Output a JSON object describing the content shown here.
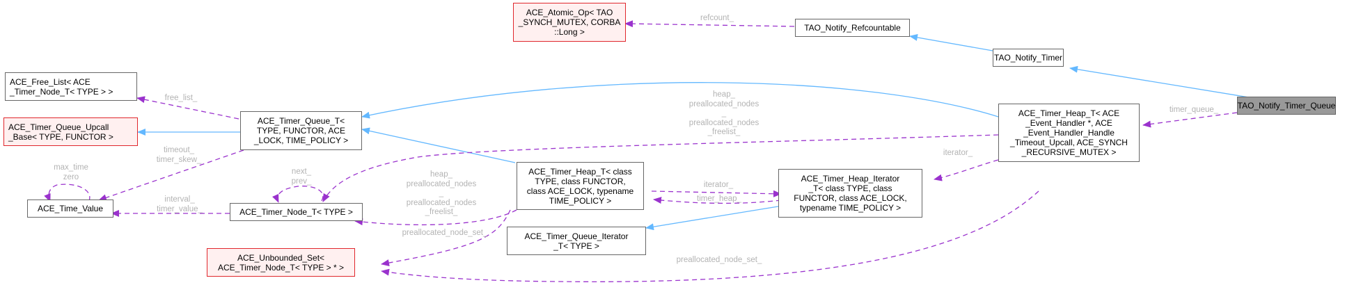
{
  "diagram": {
    "type": "collaboration-graph",
    "colors": {
      "inheritance": "#63b8ff",
      "usage": "#9a32cd",
      "edge_label": "#b3b3b3",
      "node_border": "#666666",
      "external_border": "#e0262c",
      "external_fill": "#fff0f0",
      "focus_fill": "#999999"
    },
    "nodes": {
      "atomic_op": "ACE_Atomic_Op< TAO\n_SYNCH_MUTEX, CORBA\n::Long >",
      "refcountable": "TAO_Notify_Refcountable",
      "notify_timer": "TAO_Notify_Timer",
      "timer_queue": "TAO_Notify_Timer_Queue",
      "free_list": "ACE_Free_List< ACE\n_Timer_Node_T< TYPE > >",
      "upcall_base": "ACE_Timer_Queue_Upcall\n_Base< TYPE, FUNCTOR >",
      "timer_queue_t": "ACE_Timer_Queue_T<\nTYPE, FUNCTOR, ACE\n_LOCK, TIME_POLICY >",
      "time_value": "ACE_Time_Value",
      "timer_node": "ACE_Timer_Node_T< TYPE >",
      "unbounded_set": "ACE_Unbounded_Set<\nACE_Timer_Node_T< TYPE > * >",
      "timer_heap_generic": "ACE_Timer_Heap_T< class\nTYPE, class FUNCTOR,\nclass ACE_LOCK, typename\nTIME_POLICY >",
      "queue_iterator": "ACE_Timer_Queue_Iterator\n_T< TYPE >",
      "heap_iterator": "ACE_Timer_Heap_Iterator\n_T< class TYPE, class\nFUNCTOR, class ACE_LOCK,\ntypename TIME_POLICY >",
      "timer_heap_specific": "ACE_Timer_Heap_T< ACE\n_Event_Handler *, ACE\n_Event_Handler_Handle\n_Timeout_Upcall, ACE_SYNCH\n_RECURSIVE_MUTEX >"
    },
    "edge_labels": {
      "refcount": "refcount_",
      "timer_queue": "timer_queue_",
      "free_list": "free_list_",
      "timeout_skew": "timeout_\ntimer_skew_",
      "max_zero": "max_time\nzero",
      "next_prev": "next_\nprev_",
      "interval_value": "interval_\ntimer_value_",
      "heap_nodes_specific": "heap_\npreallocated_nodes\n_\npreallocated_nodes\n_freelist_",
      "heap_nodes_generic": "heap_\npreallocated_nodes\n_\npreallocated_nodes\n_freelist_",
      "iterator_generic": "iterator_",
      "timer_heap": "timer_heap_",
      "iterator_specific": "iterator_",
      "node_set_generic": "preallocated_node_set_",
      "node_set_specific": "preallocated_node_set_"
    }
  }
}
